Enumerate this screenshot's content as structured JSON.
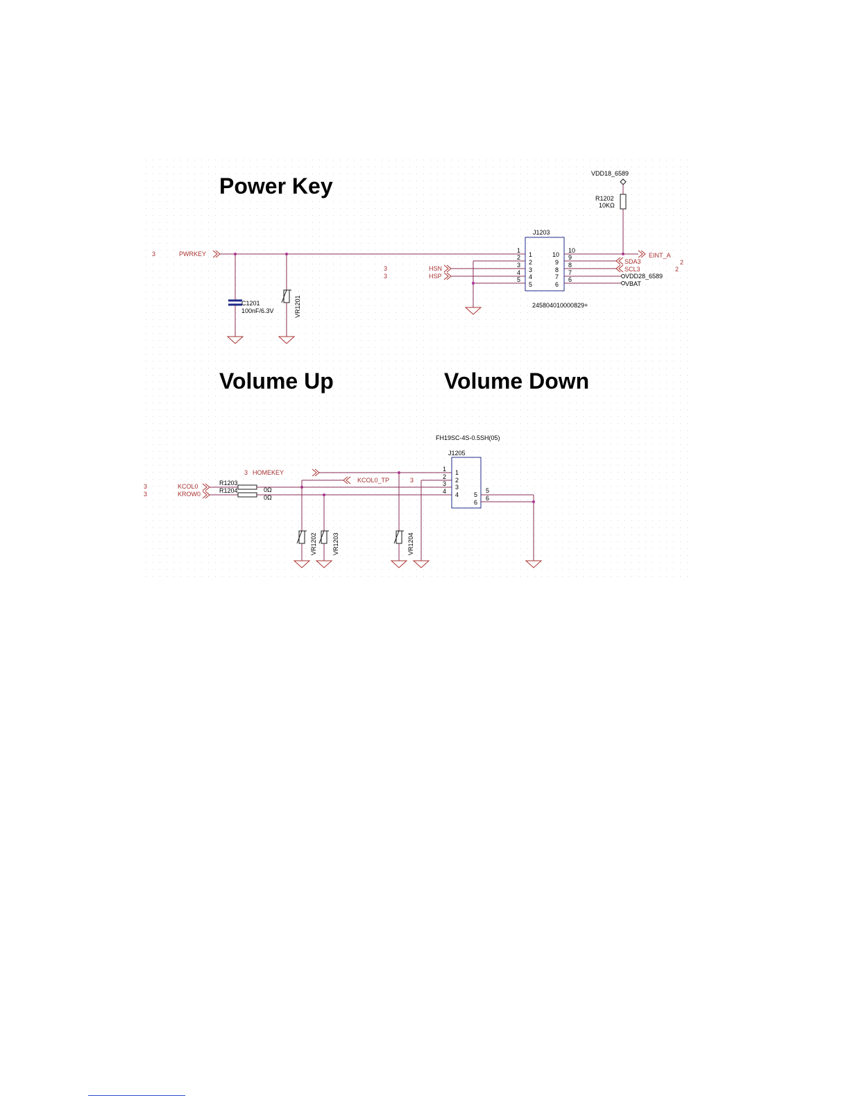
{
  "headings": {
    "power_key": "Power Key",
    "volume_up": "Volume Up",
    "volume_down": "Volume Down"
  },
  "power_section": {
    "pwrkey_sheet": "3",
    "pwrkey_net": "PWRKEY",
    "c1201_ref": "C1201",
    "c1201_value": "100nF/6.3V",
    "vr1201_ref": "VR1201",
    "vdd18_label": "VDD18_6589",
    "r1202_ref": "R1202",
    "r1202_value": "10KΩ",
    "j1203_ref": "J1203",
    "j1203_part": "245804010000829+",
    "j1203_left_pins": [
      "1",
      "2",
      "3",
      "4",
      "5"
    ],
    "j1203_right_pins": [
      "10",
      "9",
      "8",
      "7",
      "6"
    ],
    "j1203_left_ext": [
      "1",
      "2",
      "3",
      "4",
      "5"
    ],
    "j1203_right_ext": [
      "10",
      "9",
      "8",
      "7",
      "6"
    ],
    "hsn_sheet": "3",
    "hsp_sheet": "3",
    "hsn_net": "HSN",
    "hsp_net": "HSP",
    "eint_net": "EINT_A",
    "sda_net": "SDA3",
    "scl_net": "SCL3",
    "sda_scl_sheet": "2",
    "vdd28_label": "VDD28_6589",
    "vbat_label": "VBAT"
  },
  "volume_section": {
    "kcol_sheet": "3",
    "krow_sheet": "3",
    "kcol_net": "KCOL0",
    "krow_net": "KROW0",
    "r1203_ref": "R1203",
    "r1204_ref": "R1204",
    "r1203_value": "0Ω",
    "r1204_value": "0Ω",
    "homekey_sheet": "3",
    "homekey_net": "HOMEKEY",
    "kcol_tp_net": "KCOL0_TP",
    "kcol_tp_sheet": "3",
    "j1205_part": "FH19SC-4S-0.5SH(05)",
    "j1205_ref": "J1205",
    "j1205_left_pins": [
      "1",
      "2",
      "3",
      "4"
    ],
    "j1205_right_pins": [
      "5",
      "6"
    ],
    "j1205_left_ext": [
      "1",
      "2",
      "3",
      "4"
    ],
    "j1205_right_ext": [
      "5",
      "6"
    ],
    "vr1202_ref": "VR1202",
    "vr1203_ref": "VR1203",
    "vr1204_ref": "VR1204"
  },
  "colors": {
    "wire": "#8a2d55",
    "net_label": "#a83030",
    "capacitor": "#1f2a8a",
    "junction": "#b0359b"
  }
}
